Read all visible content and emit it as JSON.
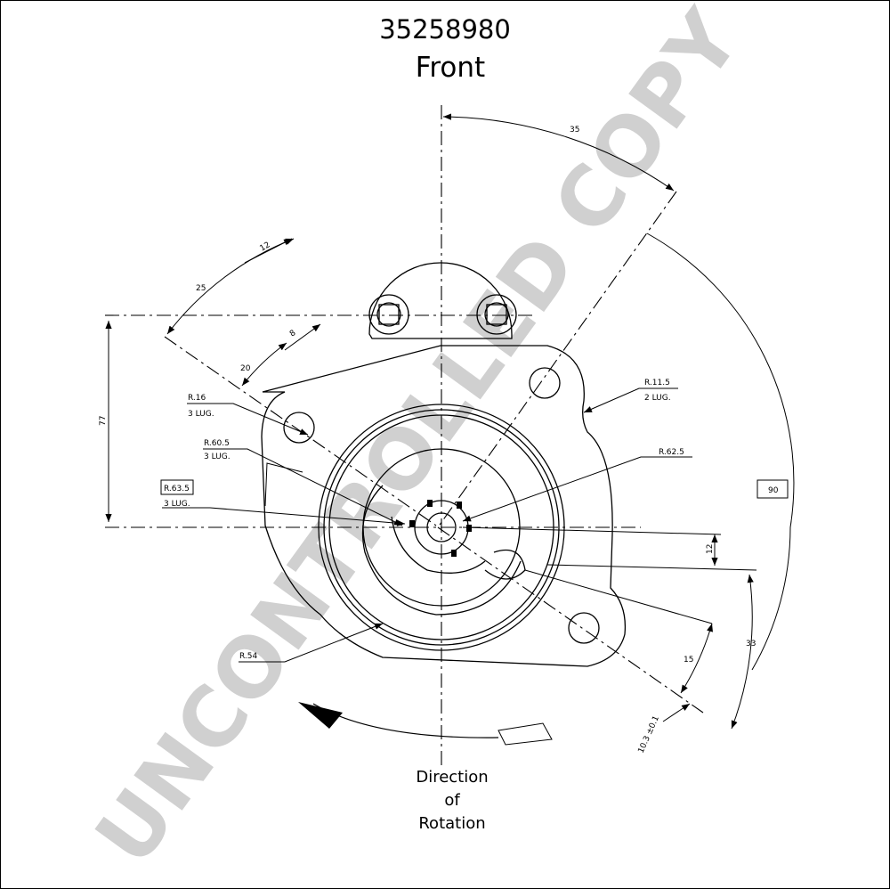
{
  "drawing": {
    "part_number": "35258980",
    "view": "Front",
    "watermark": "UNCONTROLLED COPY",
    "rotation_label": [
      "Direction",
      "of",
      "Rotation"
    ]
  },
  "dimensions": {
    "angle_35": "35",
    "angle_90": "90",
    "height_77": "77",
    "d12_top": "12",
    "d25": "25",
    "d8": "8",
    "d20": "20",
    "d12_right": "12",
    "d33": "33",
    "d15": "15",
    "tol": "10.3 ±0.1"
  },
  "callouts": {
    "r16": "R.16",
    "r16_sub": "3 LUG.",
    "r60": "R.60.5",
    "r60_sub": "3 LUG.",
    "r63": "R.63.5",
    "r63_sub": "3 LUG.",
    "r11": "R.11.5",
    "r11_sub": "2 LUG.",
    "r62": "R.62.5",
    "r54": "R.54"
  }
}
